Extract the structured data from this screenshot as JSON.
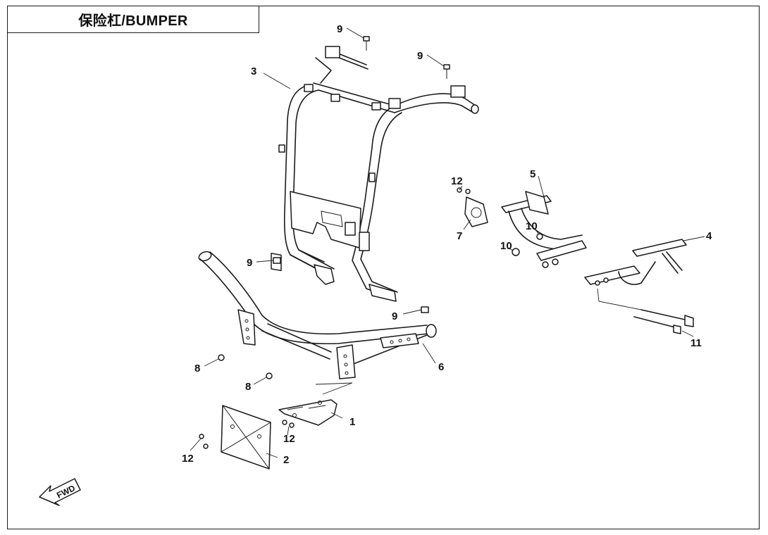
{
  "title": "保险杠/BUMPER",
  "callouts": {
    "c1": "1",
    "c2": "2",
    "c3": "3",
    "c4": "4",
    "c5": "5",
    "c6": "6",
    "c7": "7",
    "c8a": "8",
    "c8b": "8",
    "c9a": "9",
    "c9b": "9",
    "c9c": "9",
    "c9d": "9",
    "c10a": "10",
    "c10b": "10",
    "c11": "11",
    "c12a": "12",
    "c12b": "12",
    "c12c": "12"
  },
  "fwd_label": "FWD"
}
